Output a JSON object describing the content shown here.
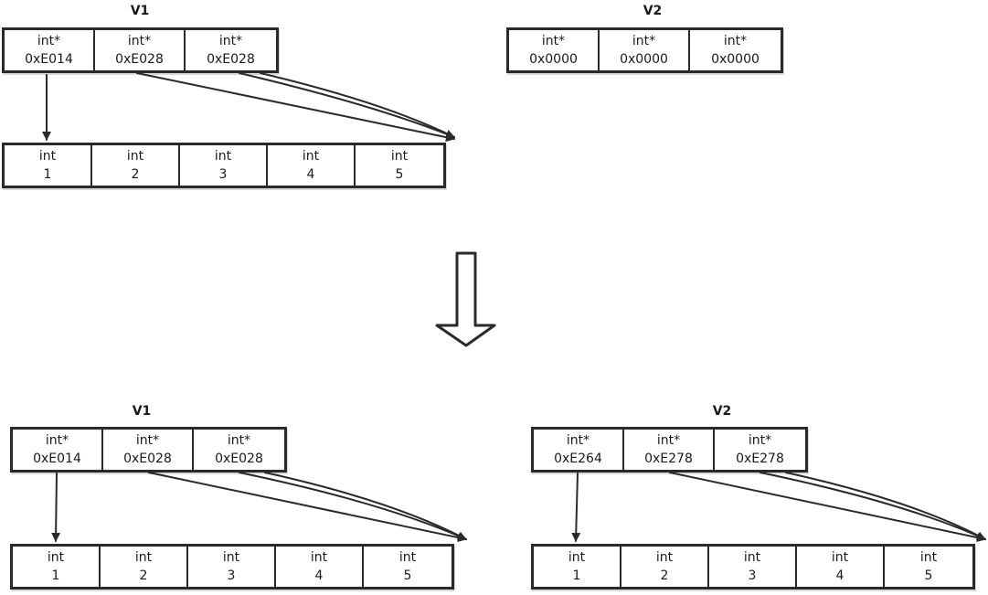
{
  "colors": {
    "ink": "#2a2a2a",
    "background": "#ffffff"
  },
  "top": {
    "v1": {
      "label": "V1",
      "pointers": [
        {
          "type": "int*",
          "addr": "0xE014"
        },
        {
          "type": "int*",
          "addr": "0xE028"
        },
        {
          "type": "int*",
          "addr": "0xE028"
        }
      ],
      "values": [
        {
          "type": "int",
          "value": "1"
        },
        {
          "type": "int",
          "value": "2"
        },
        {
          "type": "int",
          "value": "3"
        },
        {
          "type": "int",
          "value": "4"
        },
        {
          "type": "int",
          "value": "5"
        }
      ]
    },
    "v2": {
      "label": "V2",
      "pointers": [
        {
          "type": "int*",
          "addr": "0x0000"
        },
        {
          "type": "int*",
          "addr": "0x0000"
        },
        {
          "type": "int*",
          "addr": "0x0000"
        }
      ]
    }
  },
  "transition_icon": "down-arrow-icon",
  "bottom": {
    "v1": {
      "label": "V1",
      "pointers": [
        {
          "type": "int*",
          "addr": "0xE014"
        },
        {
          "type": "int*",
          "addr": "0xE028"
        },
        {
          "type": "int*",
          "addr": "0xE028"
        }
      ],
      "values": [
        {
          "type": "int",
          "value": "1"
        },
        {
          "type": "int",
          "value": "2"
        },
        {
          "type": "int",
          "value": "3"
        },
        {
          "type": "int",
          "value": "4"
        },
        {
          "type": "int",
          "value": "5"
        }
      ]
    },
    "v2": {
      "label": "V2",
      "pointers": [
        {
          "type": "int*",
          "addr": "0xE264"
        },
        {
          "type": "int*",
          "addr": "0xE278"
        },
        {
          "type": "int*",
          "addr": "0xE278"
        }
      ],
      "values": [
        {
          "type": "int",
          "value": "1"
        },
        {
          "type": "int",
          "value": "2"
        },
        {
          "type": "int",
          "value": "3"
        },
        {
          "type": "int",
          "value": "4"
        },
        {
          "type": "int",
          "value": "5"
        }
      ]
    }
  }
}
